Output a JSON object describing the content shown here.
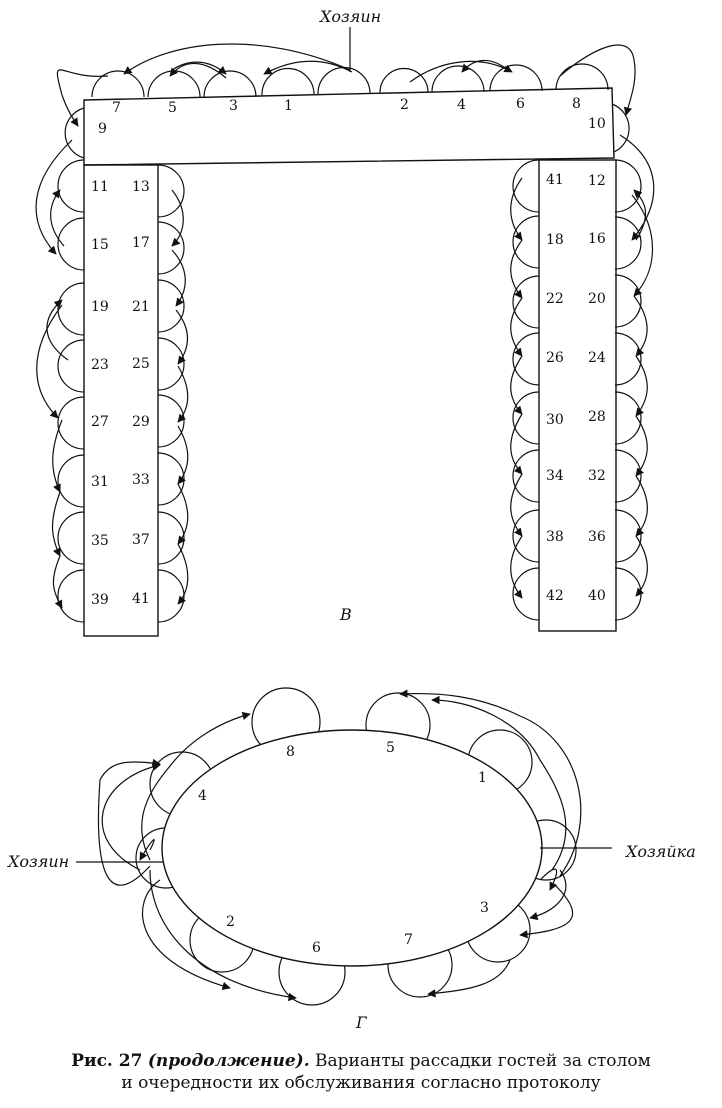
{
  "diagram_b": {
    "host_label": "Хозяин",
    "panel_label": "В",
    "top_seats": [
      "7",
      "5",
      "3",
      "1",
      "2",
      "4",
      "6",
      "8"
    ],
    "corner_left": "9",
    "corner_right": "10",
    "left_rows": [
      [
        "11",
        "13"
      ],
      [
        "15",
        "17"
      ],
      [
        "19",
        "21"
      ],
      [
        "23",
        "25"
      ],
      [
        "27",
        "29"
      ],
      [
        "31",
        "33"
      ],
      [
        "35",
        "37"
      ],
      [
        "39",
        "41"
      ]
    ],
    "right_rows": [
      [
        "41",
        "12"
      ],
      [
        "18",
        "16"
      ],
      [
        "22",
        "20"
      ],
      [
        "26",
        "24"
      ],
      [
        "30",
        "28"
      ],
      [
        "34",
        "32"
      ],
      [
        "38",
        "36"
      ],
      [
        "42",
        "40"
      ]
    ]
  },
  "diagram_g": {
    "host_label": "Хозяин",
    "hostess_label": "Хозяйка",
    "panel_label": "Г",
    "seats": [
      "8",
      "5",
      "1",
      "4",
      "3",
      "2",
      "6",
      "7"
    ]
  },
  "caption": {
    "fig": "Рис. 27",
    "cont": "(продолжение).",
    "line1": "Варианты рассадки гостей за столом",
    "line2": "и очередности их обслуживания согласно протоколу"
  },
  "colors": {
    "ink": "#111111",
    "paper": "#ffffff"
  }
}
